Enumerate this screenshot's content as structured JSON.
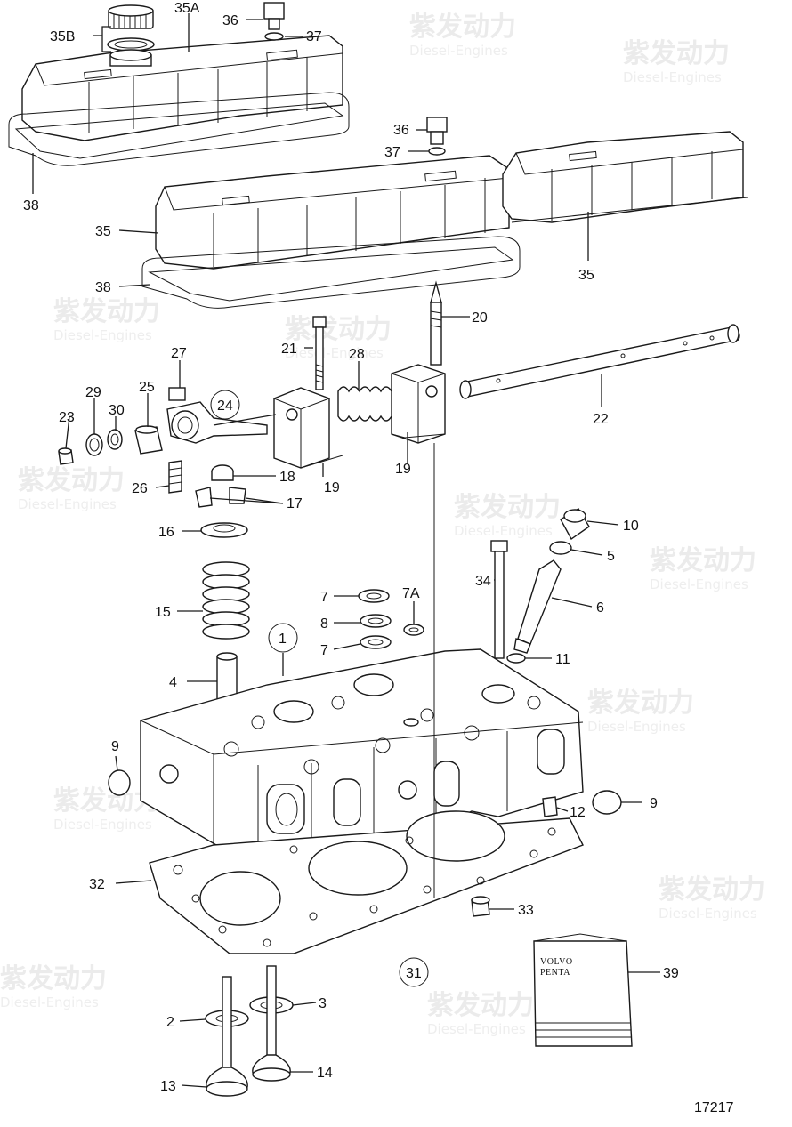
{
  "diagram_id": "17217",
  "watermark": {
    "brand": "紫发动力",
    "sub": "Diesel-Engines"
  },
  "box_label": {
    "line1": "VOLVO",
    "line2": "PENTA"
  },
  "callouts": [
    {
      "id": "35A",
      "text": "35A"
    },
    {
      "id": "35B",
      "text": "35B"
    },
    {
      "id": "36a",
      "text": "36"
    },
    {
      "id": "37a",
      "text": "37"
    },
    {
      "id": "38a",
      "text": "38"
    },
    {
      "id": "36b",
      "text": "36"
    },
    {
      "id": "37b",
      "text": "37"
    },
    {
      "id": "35a",
      "text": "35"
    },
    {
      "id": "35b",
      "text": "35"
    },
    {
      "id": "38b",
      "text": "38"
    },
    {
      "id": "20",
      "text": "20"
    },
    {
      "id": "21",
      "text": "21"
    },
    {
      "id": "28",
      "text": "28"
    },
    {
      "id": "27",
      "text": "27"
    },
    {
      "id": "29",
      "text": "29"
    },
    {
      "id": "25",
      "text": "25"
    },
    {
      "id": "24",
      "text": "24"
    },
    {
      "id": "23",
      "text": "23"
    },
    {
      "id": "30",
      "text": "30"
    },
    {
      "id": "22",
      "text": "22"
    },
    {
      "id": "26",
      "text": "26"
    },
    {
      "id": "18",
      "text": "18"
    },
    {
      "id": "19a",
      "text": "19"
    },
    {
      "id": "19b",
      "text": "19"
    },
    {
      "id": "17",
      "text": "17"
    },
    {
      "id": "16",
      "text": "16"
    },
    {
      "id": "10",
      "text": "10"
    },
    {
      "id": "5",
      "text": "5"
    },
    {
      "id": "34",
      "text": "34"
    },
    {
      "id": "6",
      "text": "6"
    },
    {
      "id": "15",
      "text": "15"
    },
    {
      "id": "7a",
      "text": "7"
    },
    {
      "id": "7A",
      "text": "7A"
    },
    {
      "id": "8",
      "text": "8"
    },
    {
      "id": "7b",
      "text": "7"
    },
    {
      "id": "1",
      "text": "1"
    },
    {
      "id": "11",
      "text": "11"
    },
    {
      "id": "4",
      "text": "4"
    },
    {
      "id": "9a",
      "text": "9"
    },
    {
      "id": "9b",
      "text": "9"
    },
    {
      "id": "12",
      "text": "12"
    },
    {
      "id": "32",
      "text": "32"
    },
    {
      "id": "33",
      "text": "33"
    },
    {
      "id": "31",
      "text": "31"
    },
    {
      "id": "39",
      "text": "39"
    },
    {
      "id": "3",
      "text": "3"
    },
    {
      "id": "2",
      "text": "2"
    },
    {
      "id": "14",
      "text": "14"
    },
    {
      "id": "13",
      "text": "13"
    }
  ]
}
